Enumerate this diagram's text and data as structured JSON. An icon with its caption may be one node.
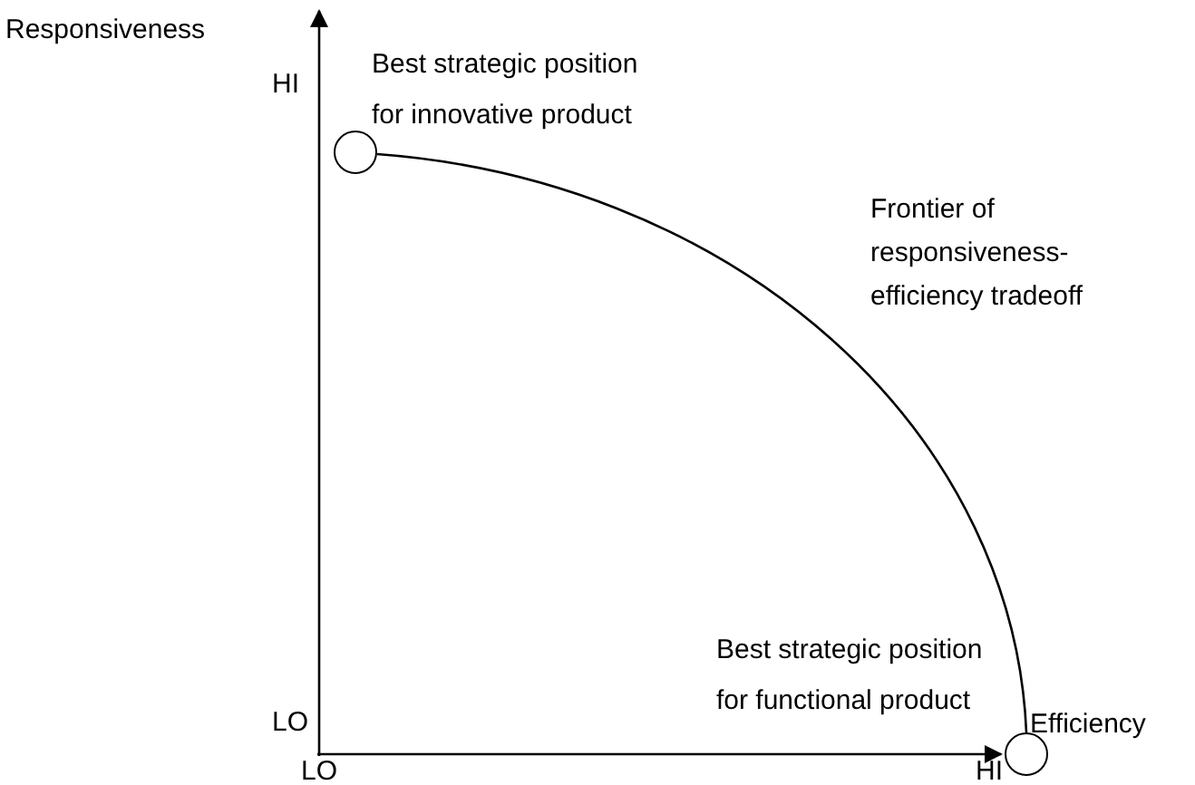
{
  "diagram": {
    "nodes": [
      {
        "text": [],
        "shape": "circle",
        "beside": [
          "Best strategic position for innovative product"
        ]
      },
      {
        "text": [],
        "shape": "circle",
        "beside": [
          "Best strategic position for functional product"
        ]
      }
    ],
    "edges": [],
    "labels": [
      "Responsiveness",
      "HI",
      "Frontier of responsiveness-efficiency tradeoff",
      "LO",
      "Efficiency",
      "LO",
      "HI"
    ]
  }
}
